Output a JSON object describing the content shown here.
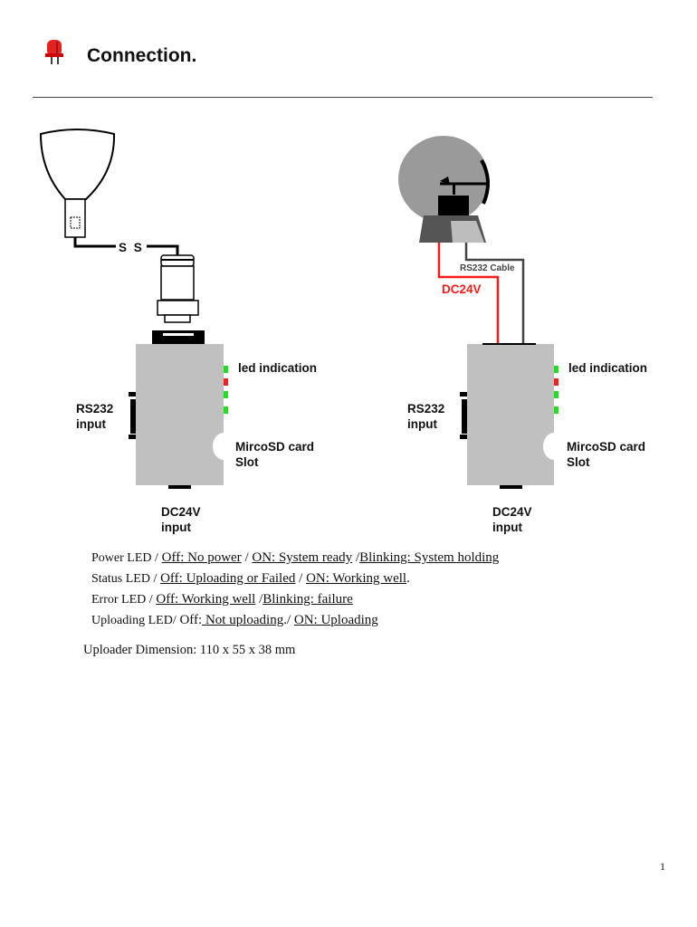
{
  "header": {
    "title": "Connection.",
    "icon": "red-led-icon"
  },
  "diagrams": [
    {
      "name": "ss-sensor-connection",
      "cable_label": "S S",
      "led_label": "led indication",
      "rs232_label": [
        "RS232",
        "input"
      ],
      "sd_label": [
        "MircoSD card",
        "Slot"
      ],
      "power_label": [
        "DC24V",
        "input"
      ]
    },
    {
      "name": "weather-sensor-connection",
      "cable_label": "RS232 Cable",
      "power_cable_label": "DC24V",
      "led_label": "led indication",
      "rs232_label": [
        "RS232",
        "input"
      ],
      "sd_label": [
        "MircoSD card",
        "Slot"
      ],
      "power_label": [
        "DC24V",
        "input"
      ]
    }
  ],
  "led_colors": {
    "green": "#22dd22",
    "red": "#ee2222"
  },
  "led_descriptions": [
    {
      "name": "Power LED /",
      "parts": [
        "Off: No power",
        " / ",
        "ON: System ready",
        " /",
        "Blinking: System holding"
      ]
    },
    {
      "name": "Status LED /",
      "parts": [
        "Off: Uploading or Failed",
        " / ",
        "ON: Working well",
        "."
      ]
    },
    {
      "name": "Error LED /",
      "parts": [
        "Off: Working well",
        " /",
        "Blinking: failure"
      ]
    },
    {
      "name": "Uploading LED/",
      "parts": [
        "Off:",
        " Not uploading",
        "./ ",
        "ON: Uploading"
      ]
    }
  ],
  "dimension": "Uploader Dimension: 110 x 55 x 38 mm",
  "page_number": "1"
}
